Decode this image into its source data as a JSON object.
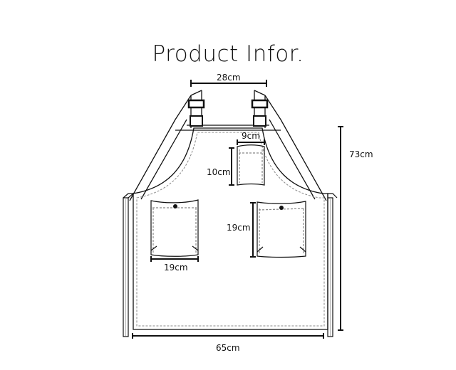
{
  "title": "Product Infor.",
  "dimensions": {
    "strap_gap": "28cm",
    "small_pocket_width": "9cm",
    "small_pocket_height": "10cm",
    "left_pocket_width": "19cm",
    "right_pocket_height": "19cm",
    "total_height": "73cm",
    "total_width": "65cm"
  },
  "colors": {
    "line": "#111111",
    "stitch": "#777777",
    "background": "#ffffff"
  }
}
